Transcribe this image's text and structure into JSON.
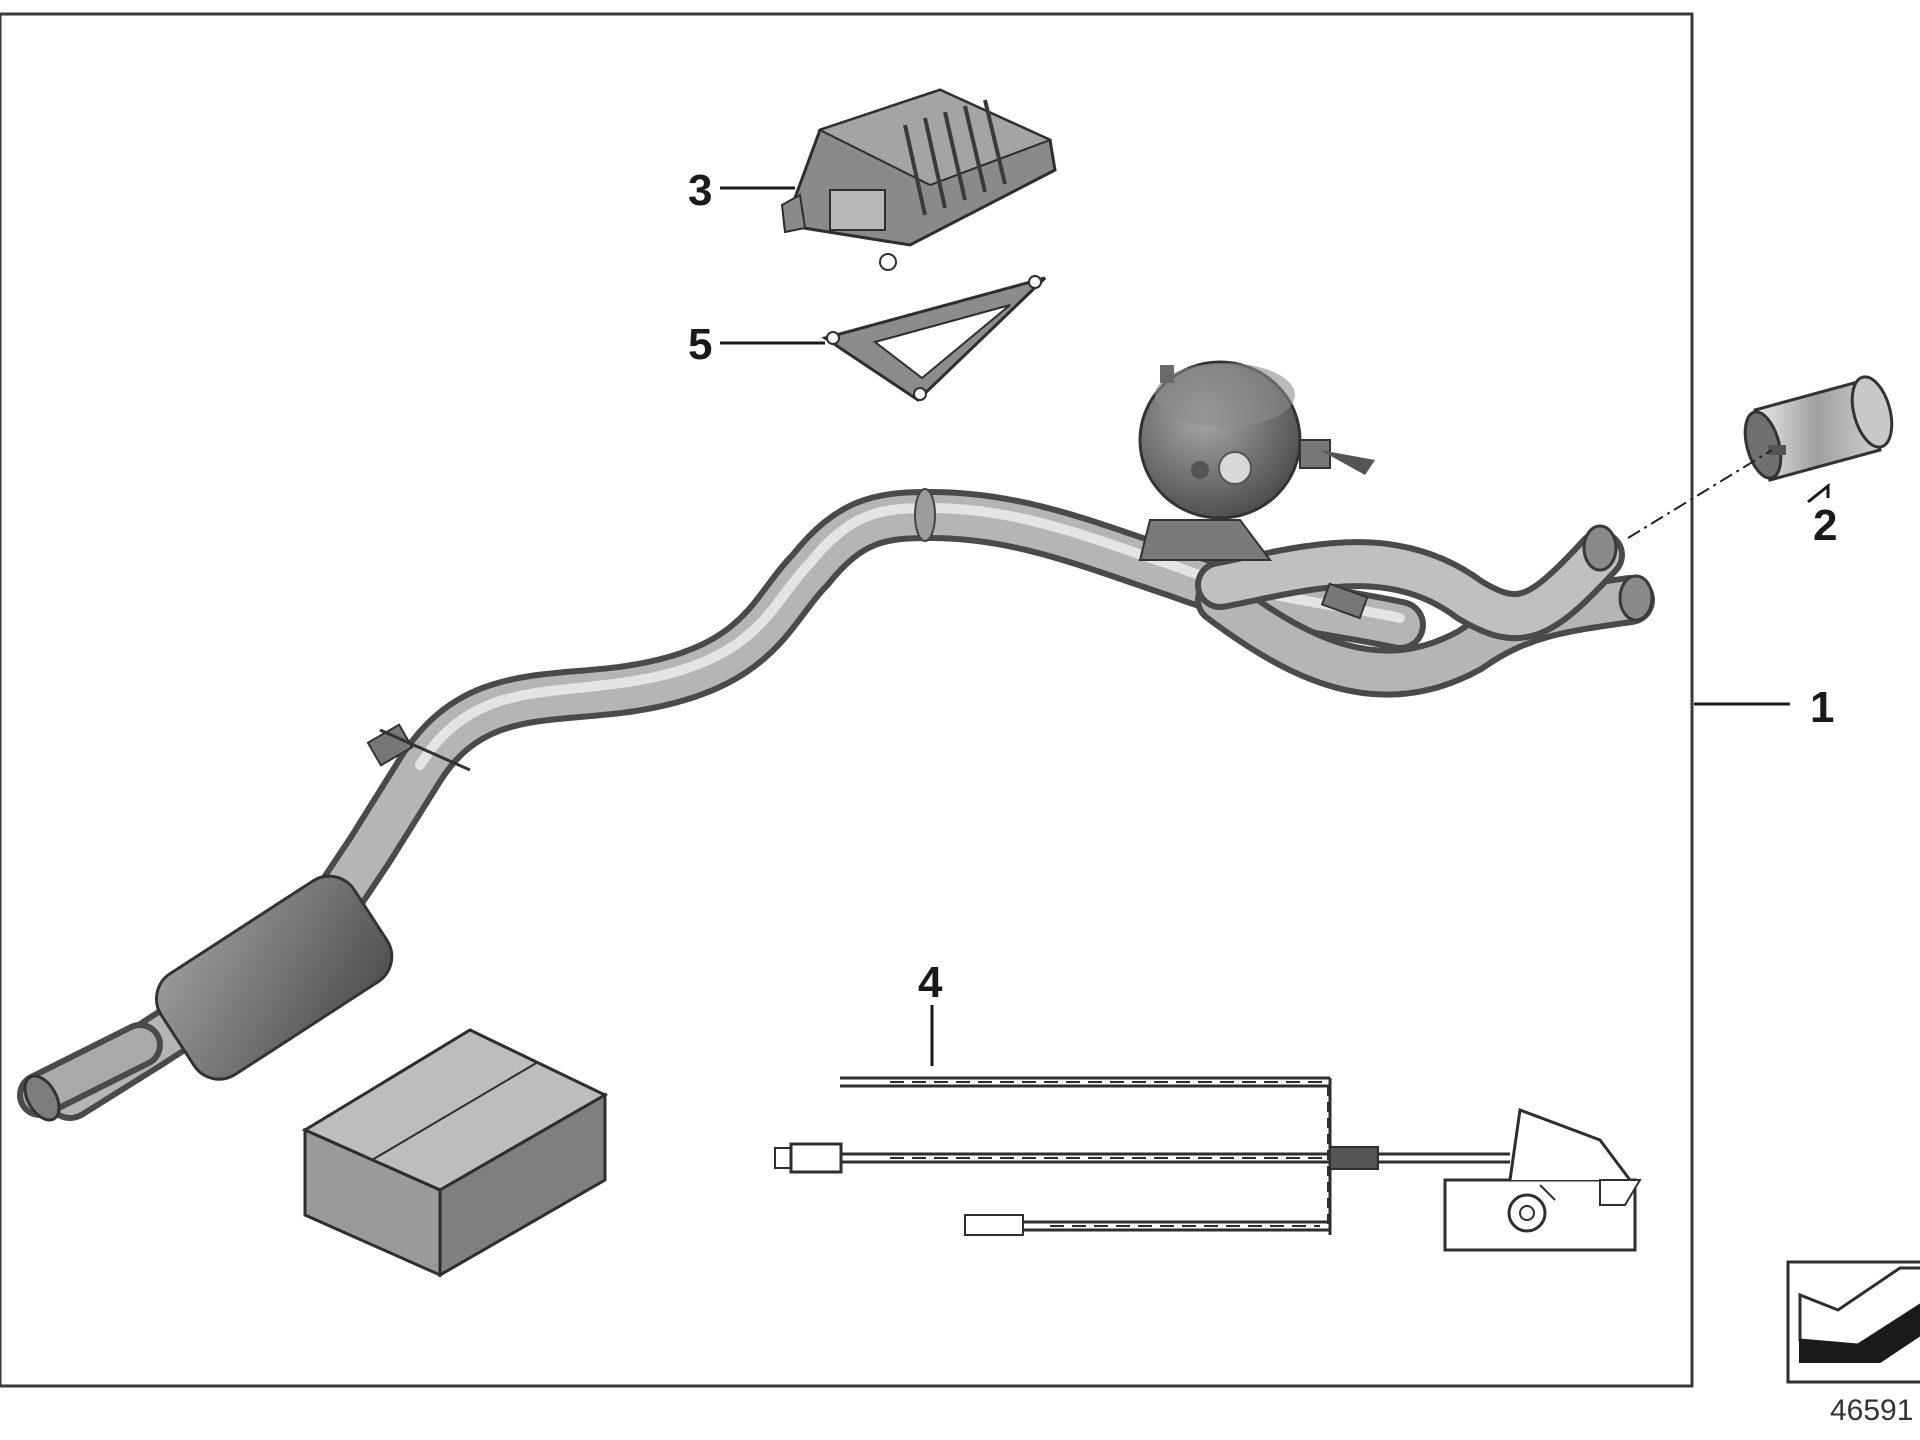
{
  "callouts": {
    "c1": "1",
    "c2": "2",
    "c3": "3",
    "c4": "4",
    "c5": "5"
  },
  "document_id": "46591",
  "parts": [
    {
      "callout": "1",
      "icon": "exhaust-system-icon"
    },
    {
      "callout": "2",
      "icon": "tailpipe-trim-icon"
    },
    {
      "callout": "3",
      "icon": "control-module-icon"
    },
    {
      "callout": "4",
      "icon": "wiring-harness-icon"
    },
    {
      "callout": "5",
      "icon": "mounting-bracket-icon"
    }
  ],
  "extra_icons": [
    "parts-box-icon",
    "orientation-arrow-icon"
  ],
  "colors": {
    "frame": "#3a3a3a",
    "pipe_dark": "#6e6e6e",
    "pipe_light": "#c8c8c8",
    "part_fill": "#8a8a8a",
    "box_fill": "#9a9a9a"
  }
}
